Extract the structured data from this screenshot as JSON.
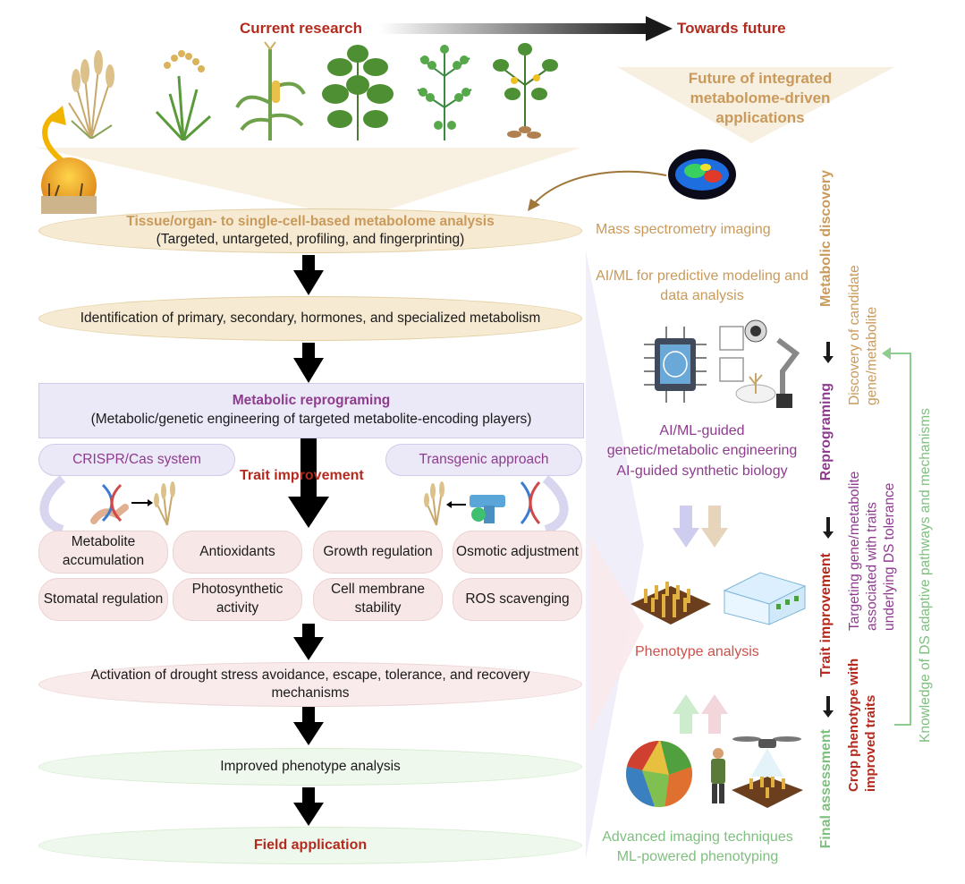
{
  "header": {
    "current": "Current research",
    "future": "Towards future",
    "future_apps": "Future of integrated metabolome-driven applications"
  },
  "flow": {
    "tissue_title": "Tissue/organ- to single-cell-based metabolome analysis",
    "tissue_sub": "(Targeted, untargeted, profiling, and fingerprinting)",
    "identification": "Identification of primary, secondary, hormones, and specialized metabolism",
    "reprog_title": "Metabolic reprograming",
    "reprog_sub": "(Metabolic/genetic engineering of targeted metabolite-encoding players)",
    "crispr": "CRISPR/Cas system",
    "transgenic": "Transgenic approach",
    "trait_improvement": "Trait improvement",
    "traits": [
      "Metabolite accumulation",
      "Antioxidants",
      "Growth regulation",
      "Osmotic adjustment",
      "Stomatal regulation",
      "Photosynthetic activity",
      "Cell membrane stability",
      "ROS scavenging"
    ],
    "activation": "Activation of drought stress avoidance, escape, tolerance, and recovery mechanisms",
    "improved": "Improved phenotype analysis",
    "field": "Field application"
  },
  "future": {
    "msi": "Mass spectrometry imaging",
    "aiml": "AI/ML for predictive modeling and data analysis",
    "guided1": "AI/ML-guided",
    "guided2": "genetic/metabolic engineering",
    "guided3": "AI-guided synthetic biology",
    "phenotype": "Phenotype analysis",
    "imaging1": "Advanced imaging techniques",
    "imaging2": "ML-powered phenotyping"
  },
  "side": {
    "stage1": "Metabolic discovery",
    "stage2": "Reprograming",
    "stage3": "Trait improvement",
    "stage4": "Final assessment",
    "desc1": "Discovery of candidate gene/metabolite",
    "desc2": "Targeting gene/metabolite associated with traits underlying DS tolerance",
    "desc3": "Crop phenotype with improved traits",
    "knowledge": "Knowledge of DS adaptive pathways and mechanisms"
  },
  "colors": {
    "red": "#b52a1e",
    "tan": "#c99a5b",
    "purple": "#8e3c8e",
    "green": "#7fbf7f",
    "tan_fill": "#f6ead2",
    "purple_fill": "#ebe8f7",
    "pink_fill": "#f7e7e7",
    "green_fill": "#eef8ec"
  },
  "icons": [
    "wheat-icon",
    "rice-icon",
    "maize-icon",
    "soybean-icon",
    "chickpea-icon",
    "peanut-icon",
    "drought-sun-icon",
    "msi-brain-icon",
    "ai-chip-icon",
    "lab-robot-icon",
    "dna-hand-icon",
    "gene-gun-icon",
    "crop-field-icon",
    "greenhouse-icon",
    "satellite-map-icon",
    "farmer-icon",
    "drone-icon"
  ]
}
